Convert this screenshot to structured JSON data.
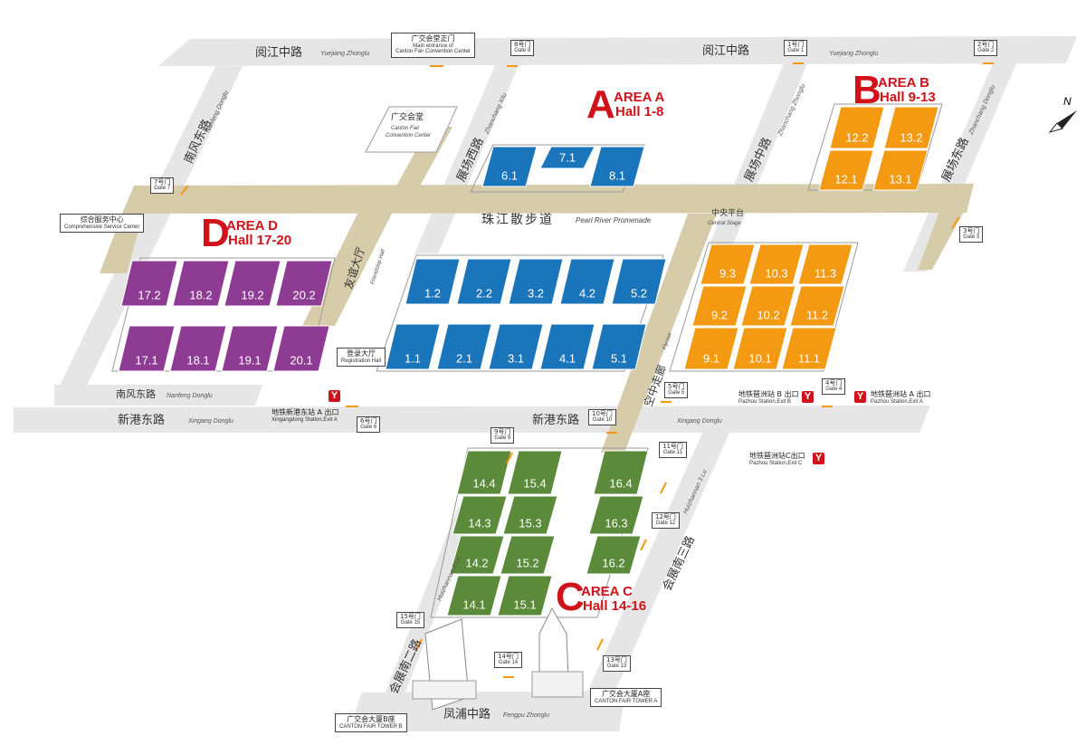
{
  "roads": {
    "yuejiang_left_cn": "阅江中路",
    "yuejiang_left_en": "Yuejiang Zhonglu",
    "yuejiang_right_cn": "阅江中路",
    "yuejiang_right_en": "Yuejiang Zhonglu",
    "nanfeng_east_cn": "南风东路",
    "nanfeng_east_en": "Nanfeng Donglu",
    "nanfeng_bottom_cn": "南风东路",
    "nanfeng_bottom_en": "Nanfeng Donglu",
    "xingang_left_cn": "新港东路",
    "xingang_left_en": "Xingang Donglu",
    "xingang_mid_cn": "新港东路",
    "xingang_right_en": "Xingang Donglu",
    "zhanchang_west_cn": "展场西路",
    "zhanchang_west_en": "Zhanchang Xilu",
    "zhanchang_mid_cn": "展场中路",
    "zhanchang_mid_en": "Zhanchang Zhonglu",
    "zhanchang_east_cn": "展场东路",
    "zhanchang_east_en": "Zhanchang Donglu",
    "huizhan3_cn": "会展南三路",
    "huizhan3_en": "Huizhannan 3 Lu",
    "huizhan2_cn": "会展南二路",
    "huizhan2_en": "Huizhannan 2 Lu",
    "fengpu_cn": "凤浦中路",
    "fengpu_en": "Fengpu Zhonglu"
  },
  "promenade": {
    "cn": "珠江散步道",
    "en": "Pearl River Promenade"
  },
  "central_stage": {
    "cn": "中央平台",
    "en": "Central Stage"
  },
  "friendship_hall": {
    "cn": "友谊大厅",
    "en": "Friendship Hall"
  },
  "flyover": {
    "cn": "空中走廊",
    "en": "Flyover"
  },
  "convention_center": {
    "cn": "广交会堂",
    "en1": "Canton Fair",
    "en2": "Convention Center"
  },
  "tags": {
    "main_entrance_cn": "广交会堂正门",
    "main_entrance_en1": "Main entrance of",
    "main_entrance_en2": "Canton Fair Convention Center",
    "service_cn": "综合服务中心",
    "service_en": "Comprehensive Service Center",
    "registration_cn": "登录大厅",
    "registration_en": "Registration Hall",
    "tower_b_cn": "广交会大厦B座",
    "tower_b_en": "CANTON FAIR TOWER B",
    "tower_a_cn": "广交会大厦A座",
    "tower_a_en": "CANTON FAIR TOWER A"
  },
  "gates": {
    "g1": {
      "cn": "1号门",
      "en": "Gate 1"
    },
    "g2": {
      "cn": "2号门",
      "en": "Gate 2"
    },
    "g3": {
      "cn": "3号门",
      "en": "Gate 3"
    },
    "g4": {
      "cn": "4号门",
      "en": "Gate 4"
    },
    "g5": {
      "cn": "5号门",
      "en": "Gate 5"
    },
    "g6": {
      "cn": "6号门",
      "en": "Gate 6"
    },
    "g7": {
      "cn": "7号门",
      "en": "Gate 7"
    },
    "g8": {
      "cn": "8号门",
      "en": "Gate 8"
    },
    "g9": {
      "cn": "9号门",
      "en": "Gate 9"
    },
    "g10": {
      "cn": "10号门",
      "en": "Gate 10"
    },
    "g11": {
      "cn": "11号门",
      "en": "Gate 11"
    },
    "g12": {
      "cn": "12号门",
      "en": "Gate 12"
    },
    "g13": {
      "cn": "13号门",
      "en": "Gate 13"
    },
    "g14": {
      "cn": "14号门",
      "en": "Gate 14"
    },
    "g15": {
      "cn": "15号门",
      "en": "Gate 15"
    }
  },
  "metro": {
    "symbol": "Y",
    "xingangdong_a_cn": "地铁新港东站 A 出口",
    "xingangdong_a_en": "Xingangdong Station,Exit A",
    "pazhou_b_cn": "地铁琶洲站 B 出口",
    "pazhou_b_en": "Pazhou Station,Exit B",
    "pazhou_a_cn": "地铁琶洲站 A 出口",
    "pazhou_a_en": "Pazhou Station,Exit A",
    "pazhou_c_cn": "地铁琶洲站C出口",
    "pazhou_c_en": "Pazhou Station,Exit C"
  },
  "areas": {
    "a": {
      "letter": "A",
      "name": "AREA A",
      "halls": "Hall 1-8"
    },
    "b": {
      "letter": "B",
      "name": "AREA B",
      "halls": "Hall 9-13"
    },
    "c": {
      "letter": "C",
      "name": "AREA C",
      "halls": "Hall 14-16"
    },
    "d": {
      "letter": "D",
      "name": "AREA D",
      "halls": "Hall 17-20"
    }
  },
  "colors": {
    "area_a": "#1b75bb",
    "area_b": "#f39a12",
    "area_c": "#5a8a3a",
    "area_d": "#8e3b94",
    "road": "#e6e6e6",
    "promenade": "#d7ccaa",
    "accent": "#d0121b"
  },
  "north_symbol": "N",
  "halls": [
    {
      "label": "7.1",
      "area": "a"
    },
    {
      "label": "6.1",
      "area": "a"
    },
    {
      "label": "8.1",
      "area": "a"
    },
    {
      "label": "1.2",
      "area": "a"
    },
    {
      "label": "2.2",
      "area": "a"
    },
    {
      "label": "3.2",
      "area": "a"
    },
    {
      "label": "4.2",
      "area": "a"
    },
    {
      "label": "5.2",
      "area": "a"
    },
    {
      "label": "1.1",
      "area": "a"
    },
    {
      "label": "2.1",
      "area": "a"
    },
    {
      "label": "3.1",
      "area": "a"
    },
    {
      "label": "4.1",
      "area": "a"
    },
    {
      "label": "5.1",
      "area": "a"
    },
    {
      "label": "12.2",
      "area": "b"
    },
    {
      "label": "13.2",
      "area": "b"
    },
    {
      "label": "12.1",
      "area": "b"
    },
    {
      "label": "13.1",
      "area": "b"
    },
    {
      "label": "9.3",
      "area": "b"
    },
    {
      "label": "10.3",
      "area": "b"
    },
    {
      "label": "11.3",
      "area": "b"
    },
    {
      "label": "9.2",
      "area": "b"
    },
    {
      "label": "10.2",
      "area": "b"
    },
    {
      "label": "11.2",
      "area": "b"
    },
    {
      "label": "9.1",
      "area": "b"
    },
    {
      "label": "10.1",
      "area": "b"
    },
    {
      "label": "11.1",
      "area": "b"
    },
    {
      "label": "17.2",
      "area": "d"
    },
    {
      "label": "18.2",
      "area": "d"
    },
    {
      "label": "19.2",
      "area": "d"
    },
    {
      "label": "20.2",
      "area": "d"
    },
    {
      "label": "17.1",
      "area": "d"
    },
    {
      "label": "18.1",
      "area": "d"
    },
    {
      "label": "19.1",
      "area": "d"
    },
    {
      "label": "20.1",
      "area": "d"
    },
    {
      "label": "14.4",
      "area": "c"
    },
    {
      "label": "15.4",
      "area": "c"
    },
    {
      "label": "16.4",
      "area": "c"
    },
    {
      "label": "14.3",
      "area": "c"
    },
    {
      "label": "15.3",
      "area": "c"
    },
    {
      "label": "16.3",
      "area": "c"
    },
    {
      "label": "14.2",
      "area": "c"
    },
    {
      "label": "15.2",
      "area": "c"
    },
    {
      "label": "16.2",
      "area": "c"
    },
    {
      "label": "14.1",
      "area": "c"
    },
    {
      "label": "15.1",
      "area": "c"
    }
  ]
}
